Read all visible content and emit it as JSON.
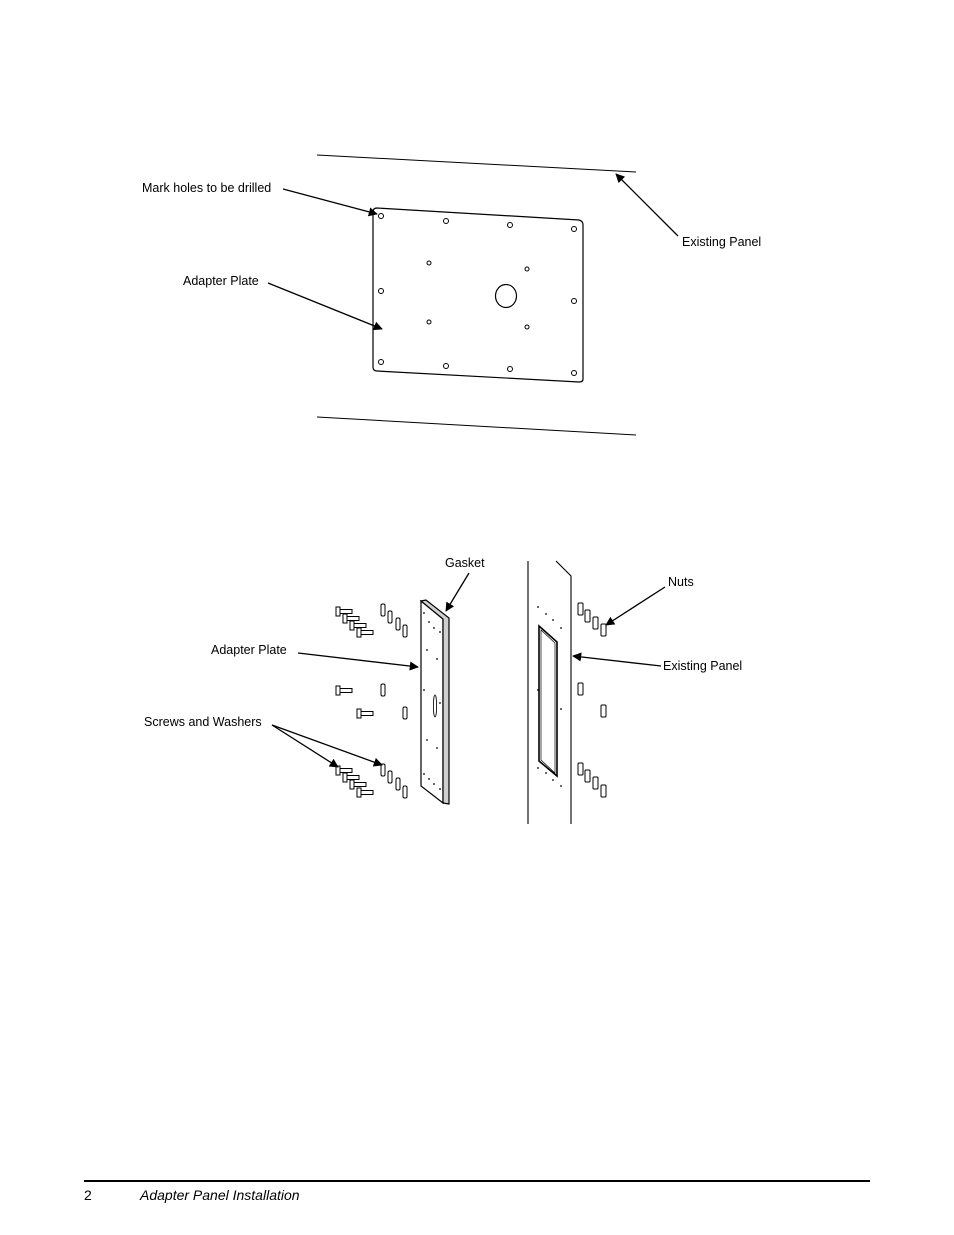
{
  "figure1": {
    "labels": {
      "mark_holes": "Mark holes to be drilled",
      "adapter_plate": "Adapter Plate",
      "existing_panel": "Existing Panel"
    }
  },
  "figure2": {
    "labels": {
      "gasket": "Gasket",
      "nuts": "Nuts",
      "adapter_plate": "Adapter Plate",
      "existing_panel": "Existing Panel",
      "screws_washers": "Screws and Washers"
    }
  },
  "footer": {
    "page_number": "2",
    "title": "Adapter Panel Installation"
  }
}
